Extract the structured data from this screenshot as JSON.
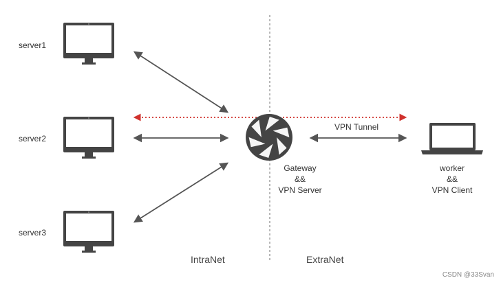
{
  "servers": [
    {
      "label": "server1"
    },
    {
      "label": "server2"
    },
    {
      "label": "server3"
    }
  ],
  "gateway": {
    "line1": "Gateway",
    "line2": "&&",
    "line3": "VPN Server",
    "icon": "aperture-icon"
  },
  "worker": {
    "line1": "worker",
    "line2": "&&",
    "line3": "VPN Client",
    "icon": "laptop-icon"
  },
  "tunnel_label": "VPN Tunnel",
  "zones": {
    "left": "IntraNet",
    "right": "ExtraNet"
  },
  "watermark": "CSDN @33Svan",
  "colors": {
    "device": "#444444",
    "arrow": "#555555",
    "dotted_arrow": "#d0312d",
    "divider": "#888888"
  }
}
